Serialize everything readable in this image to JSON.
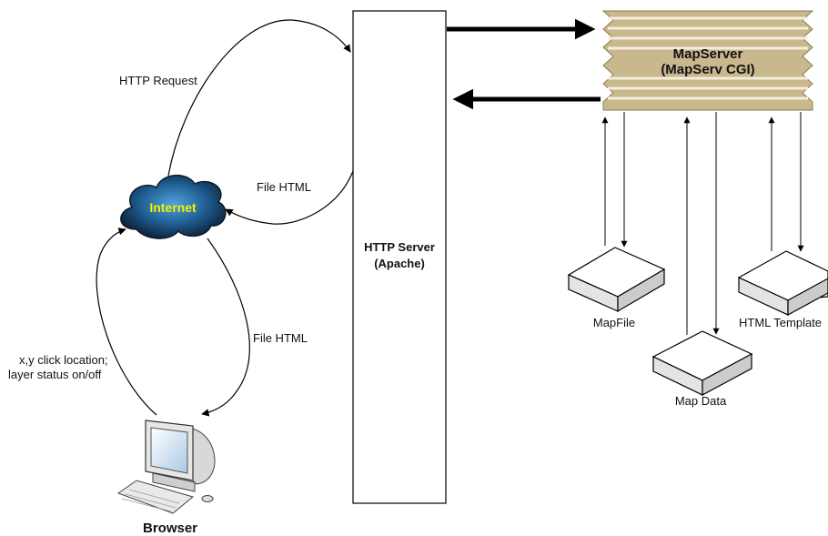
{
  "nodes": {
    "internet": "Internet",
    "http_server": [
      "HTTP Server",
      "(Apache)"
    ],
    "mapserver": [
      "MapServer",
      "(MapServ CGI)"
    ],
    "browser": "Browser",
    "mapfile": "MapFile",
    "map_data": "Map Data",
    "html_template": "HTML Template"
  },
  "edges": {
    "http_request": "HTTP Request",
    "file_html_1": "File HTML",
    "file_html_2": "File HTML",
    "click_info": [
      "x,y click location;",
      "layer status on/off"
    ]
  },
  "colors": {
    "mapserver_fill": "#c9b88e",
    "mapserver_stripe": "#f4eddc",
    "internet_label": "#f2f200",
    "cloud_dark": "#0f2233",
    "cloud_light": "#3e8fd0"
  }
}
